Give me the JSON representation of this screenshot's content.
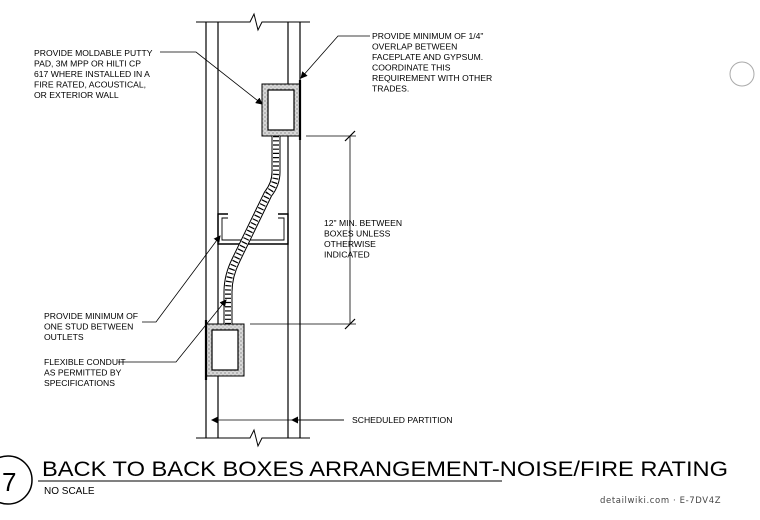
{
  "detail": {
    "number": "7",
    "title": "BACK TO BACK BOXES ARRANGEMENT-NOISE/FIRE RATING",
    "scale": "NO SCALE",
    "credit": "detailwiki.com · E-7DV4Z"
  },
  "notes": {
    "putty_pad": [
      "PROVIDE MOLDABLE PUTTY",
      "PAD, 3M MPP OR HILTI CP",
      "617 WHERE INSTALLED IN A",
      "FIRE RATED, ACOUSTICAL,",
      "OR EXTERIOR WALL"
    ],
    "overlap": [
      "PROVIDE MINIMUM OF 1/4\"",
      "OVERLAP BETWEEN",
      "FACEPLATE AND GYPSUM.",
      "COORDINATE THIS",
      "REQUIREMENT WITH OTHER",
      "TRADES."
    ],
    "spacing": [
      "12\" MIN. BETWEEN",
      "BOXES UNLESS",
      "OTHERWISE",
      "INDICATED"
    ],
    "stud": [
      "PROVIDE MINIMUM OF",
      "ONE STUD BETWEEN",
      "OUTLETS"
    ],
    "conduit": [
      "FLEXIBLE CONDUIT",
      "AS PERMITTED BY",
      "SPECIFICATIONS"
    ],
    "partition": "SCHEDULED PARTITION"
  }
}
